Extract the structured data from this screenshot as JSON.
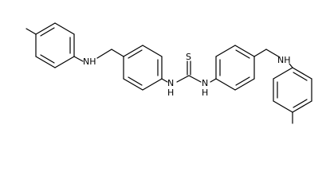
{
  "structure": {
    "atom_labels": {
      "nh_left": "NH",
      "nh_right": "NH",
      "thiourea_n_left": "N",
      "thiourea_h_left": "H",
      "thiourea_n_right": "N",
      "thiourea_h_right": "H",
      "sulfur": "S"
    }
  }
}
